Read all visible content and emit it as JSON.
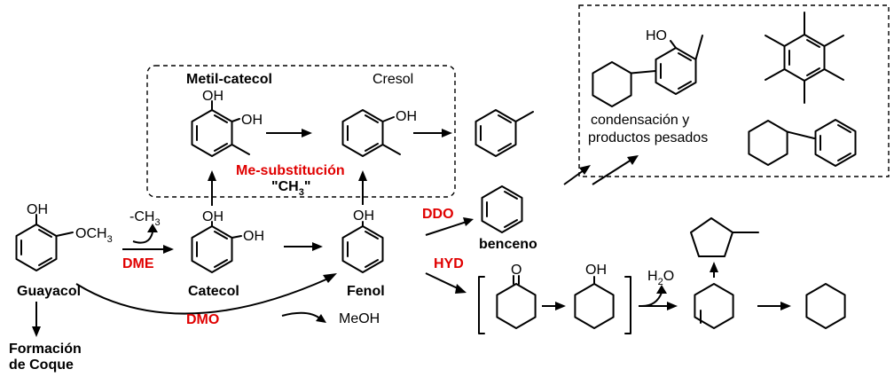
{
  "colors": {
    "accent": "#e00000",
    "ink": "#000000"
  },
  "labels": {
    "guayacol": "Guayacol",
    "catecol": "Catecol",
    "fenol": "Fenol",
    "benceno": "benceno",
    "metil_catecol": "Metil-catecol",
    "cresol": "Cresol",
    "formacion": "Formación",
    "de_coque": "de Coque",
    "condensacion_1": "condensación y",
    "condensacion_2": "productos pesados",
    "me_substitucion": "Me-substitución",
    "ch3_quote": "\"CH",
    "ch3_sub": "3",
    "ch3_close": "\"",
    "dme": "DME",
    "dmo": "DMO",
    "ddo": "DDO",
    "hyd": "HYD",
    "minus_ch": "-CH",
    "minus_ch_sub": "3",
    "meoh": "MeOH",
    "h2o_h": "H",
    "h2o_sub": "2",
    "h2o_o": "O",
    "oh": "OH",
    "och3": "OCH",
    "och3_sub": "3",
    "ho": "HO"
  }
}
